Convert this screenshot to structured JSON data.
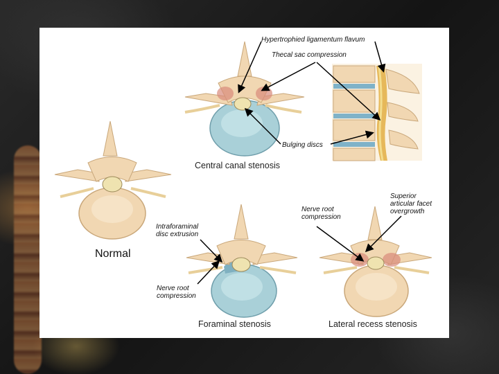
{
  "labels": {
    "hypertrophied": "Hypertrophied ligamentum flavum",
    "thecal": "Thecal sac compression",
    "bulging": "Bulging discs",
    "intraforaminal_1": "Intraforaminal",
    "intraforaminal_2": "disc extrusion",
    "nerve_root_top_1": "Nerve root",
    "nerve_root_top_2": "compression",
    "nerve_root_left_1": "Nerve root",
    "nerve_root_left_2": "compression",
    "superior_1": "Superior",
    "superior_2": "articular facet",
    "superior_3": "overgrowth"
  },
  "captions": {
    "central": "Central canal stenosis",
    "normal": "Normal",
    "foraminal": "Foraminal stenosis",
    "lateral": "Lateral recess stenosis"
  },
  "colors": {
    "bone": "#f1d7b2",
    "bone_edge": "#c9a77a",
    "disc_blue": "#a9d0d8",
    "disc_edge": "#6f9eab",
    "inflamed": "#d98a7a",
    "nerve": "#e8cf99"
  }
}
